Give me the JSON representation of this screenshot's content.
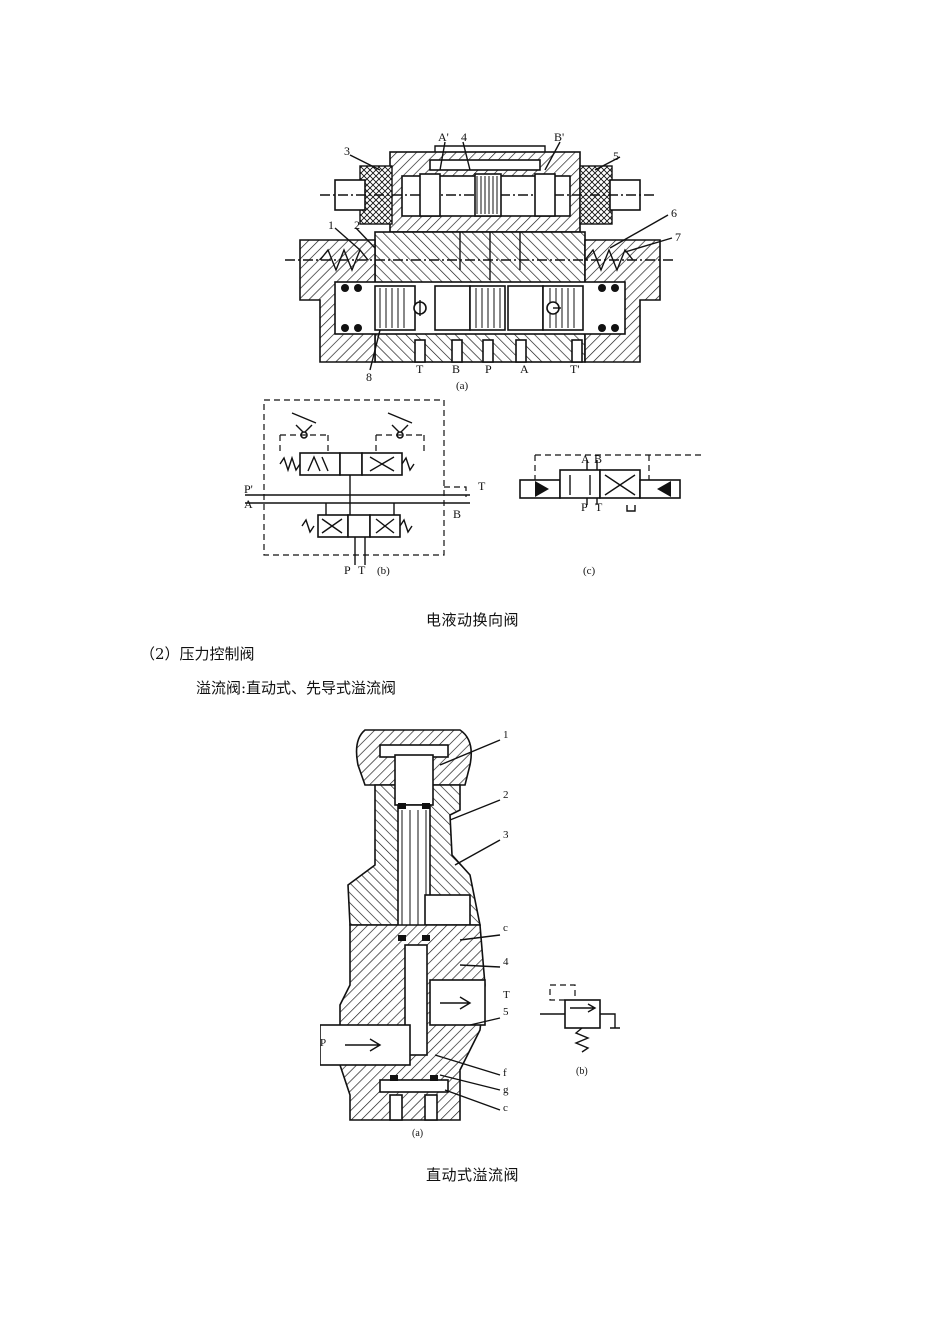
{
  "figure1": {
    "labels_top": {
      "n3": "3",
      "a_prime": "A'",
      "n4": "4",
      "b_prime": "B'",
      "n5": "5",
      "n1": "1",
      "n2": "2",
      "n6": "6",
      "n7": "7",
      "n8": "8"
    },
    "ports": {
      "t": "T",
      "b": "B",
      "p": "P",
      "a": "A",
      "t_prime": "T'"
    },
    "sub_a": "(a)",
    "sub_b": "(b)",
    "sub_c": "(c)",
    "b_labels": {
      "p_prime": "P'",
      "a": "A",
      "t": "T",
      "b": "B",
      "p": "P",
      "t2": "T"
    },
    "c_labels": {
      "a": "A",
      "b": "B",
      "p": "P",
      "t": "T"
    }
  },
  "caption1": "电液动换向阀",
  "heading_pressure": "（2）压力控制阀",
  "subheading_relief": "溢流阀:直动式、先导式溢流阀",
  "figure2": {
    "labels": {
      "n1": "1",
      "n2": "2",
      "n3": "3",
      "c1": "c",
      "n4": "4",
      "t": "T",
      "n5": "5",
      "p": "P",
      "f": "f",
      "g": "g",
      "c2": "c"
    },
    "sub_a": "(a)",
    "sub_b": "(b)"
  },
  "caption2": "直动式溢流阀"
}
